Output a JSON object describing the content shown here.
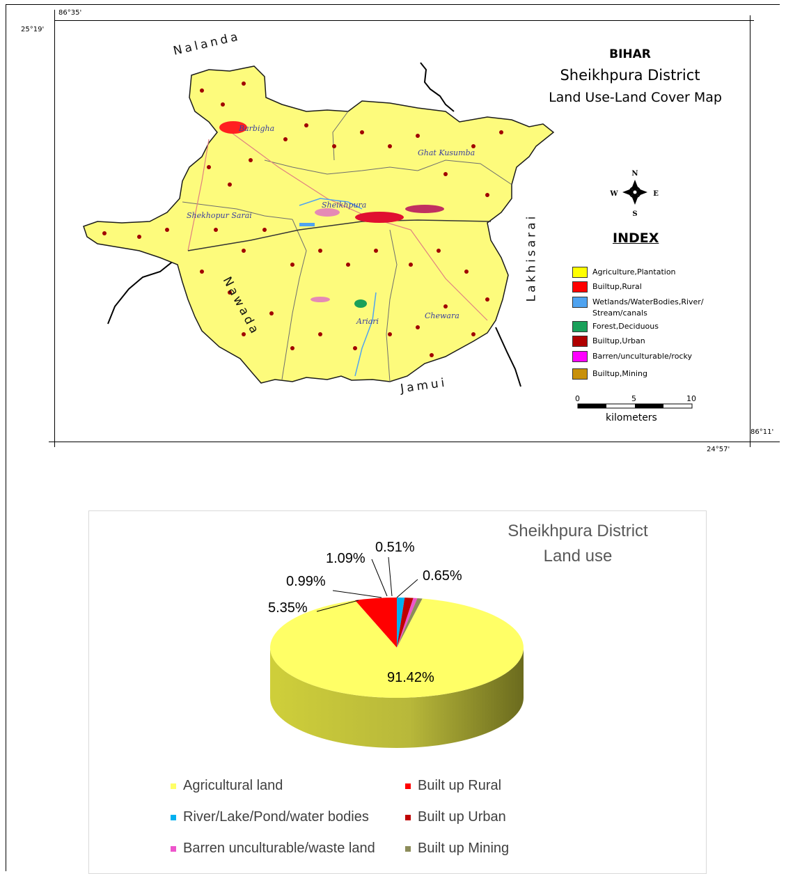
{
  "map": {
    "state": "BIHAR",
    "district": "Sheikhpura District",
    "subtitle": "Land Use-Land Cover Map",
    "coords": {
      "top_lon": "86°35'",
      "top_lat": "25°19'",
      "right_lon": "86°11'",
      "bottom_lat": "24°57'"
    },
    "neighbours": {
      "north": "Nalanda",
      "west": "Nawada",
      "south": "Jamui",
      "east": "Lakhisarai"
    },
    "places": [
      "Barbigha",
      "Ghat Kusumba",
      "Sheikhpura",
      "Shekhopur Sarai",
      "Ariari",
      "Chewara"
    ],
    "compass": {
      "n": "N",
      "s": "S",
      "e": "E",
      "w": "W"
    },
    "index": {
      "title": "INDEX",
      "items": [
        {
          "label": "Agriculture,Plantation",
          "color": "#ffff00"
        },
        {
          "label": "Builtup,Rural",
          "color": "#ff0000"
        },
        {
          "label": "Wetlands/WaterBodies,River/ Stream/canals",
          "color": "#4fa3f0"
        },
        {
          "label": "Forest,Deciduous",
          "color": "#1aa05a"
        },
        {
          "label": "Builtup,Urban",
          "color": "#b00000"
        },
        {
          "label": "Barren/unculturable/rocky",
          "color": "#ff00ff"
        },
        {
          "label": "Builtup,Mining",
          "color": "#c8900a"
        }
      ]
    },
    "scale": {
      "ticks": [
        "0",
        "5",
        "10"
      ],
      "unit": "kilometers"
    }
  },
  "chart_data": {
    "type": "pie",
    "title": "Sheikhpura District Land use",
    "title_lines": [
      "Sheikhpura District",
      "Land use"
    ],
    "slices": [
      {
        "name": "Agricultural land",
        "value": 91.42,
        "label": "91.42%",
        "color": "#ffff66"
      },
      {
        "name": "Built up Rural",
        "value": 5.35,
        "label": "5.35%",
        "color": "#ff0000"
      },
      {
        "name": "River/Lake/Pond/water bodies",
        "value": 0.99,
        "label": "0.99%",
        "color": "#00b0f0"
      },
      {
        "name": "Built up Urban",
        "value": 1.09,
        "label": "1.09%",
        "color": "#c00000"
      },
      {
        "name": "Barren unculturable/waste land",
        "value": 0.51,
        "label": "0.51%",
        "color": "#ee55cc"
      },
      {
        "name": "Built up Mining",
        "value": 0.65,
        "label": "0.65%",
        "color": "#8c8c5a"
      }
    ],
    "legend": {
      "position": "bottom"
    }
  }
}
